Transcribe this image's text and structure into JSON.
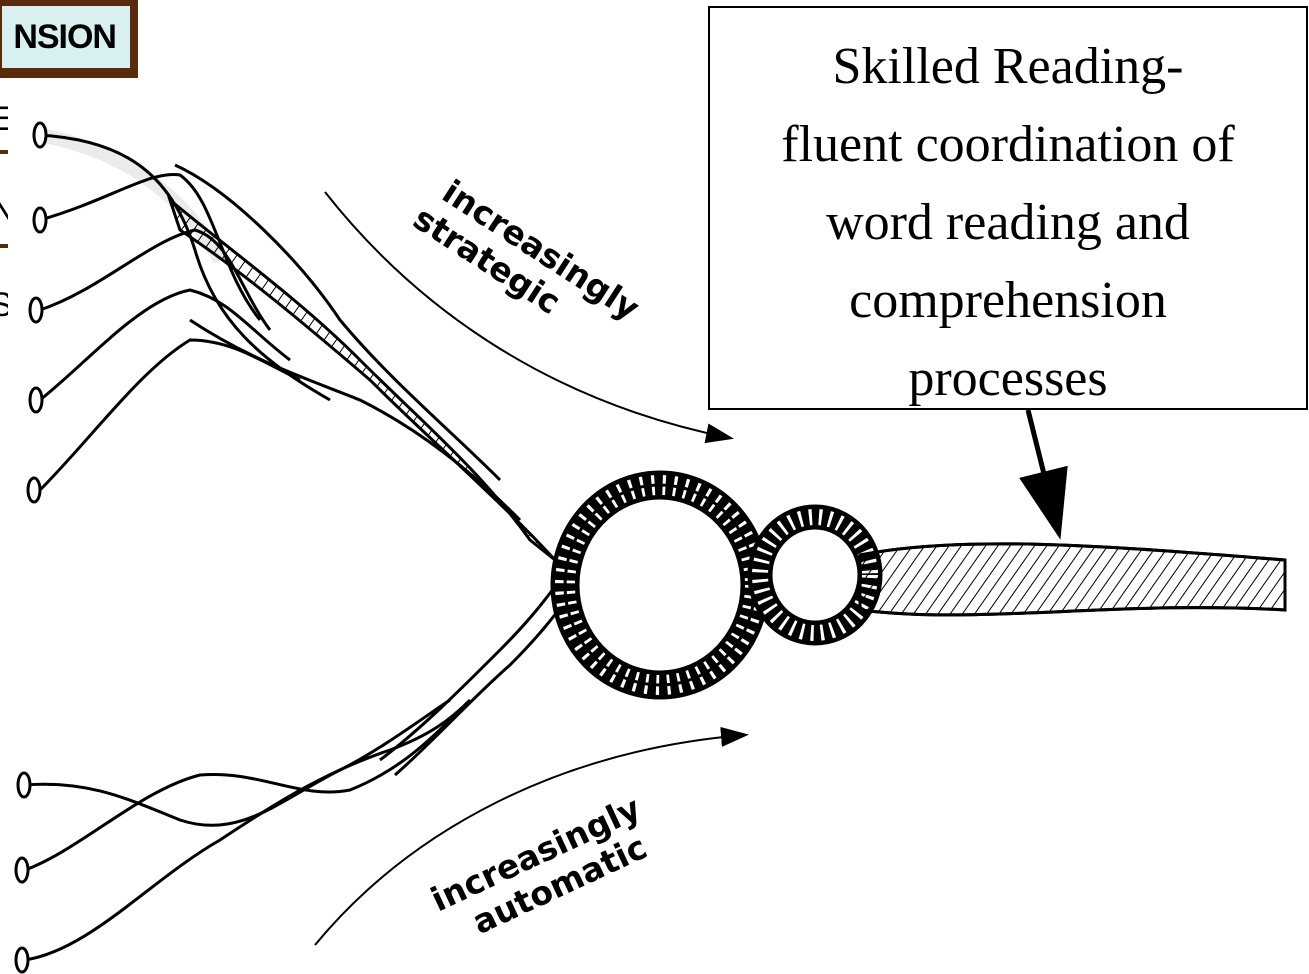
{
  "header_tag": {
    "text": "NSION"
  },
  "side_fragments": [
    "E",
    "N",
    "S"
  ],
  "callout": {
    "lines": [
      "Skilled Reading-",
      "fluent coordination of",
      "word reading and",
      "comprehension",
      "processes"
    ]
  },
  "arrows": {
    "top_label_line1": "increasingly",
    "top_label_line2": "strategic",
    "bottom_label_line1": "increasingly",
    "bottom_label_line2": "automatic"
  },
  "colors": {
    "tag_border": "#5a2a0c",
    "tag_fill": "#d8f0f0",
    "ink": "#000000"
  }
}
